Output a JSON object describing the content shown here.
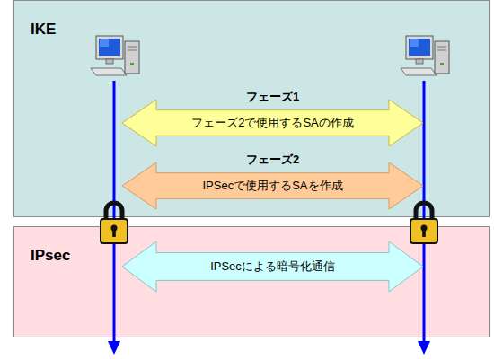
{
  "diagram": {
    "nodes": [
      {
        "text": [
          "IKE"
        ]
      },
      {
        "text": [
          "IPsec"
        ]
      },
      {
        "text": [
          "フェーズ1",
          "フェーズ2で使用するSAの作成"
        ],
        "in": 0
      },
      {
        "text": [
          "フェーズ2",
          "IPSecで使用するSAを作成"
        ],
        "in": 0
      },
      {
        "text": [
          "IPSecによる暗号化通信"
        ],
        "in": 1
      }
    ]
  }
}
